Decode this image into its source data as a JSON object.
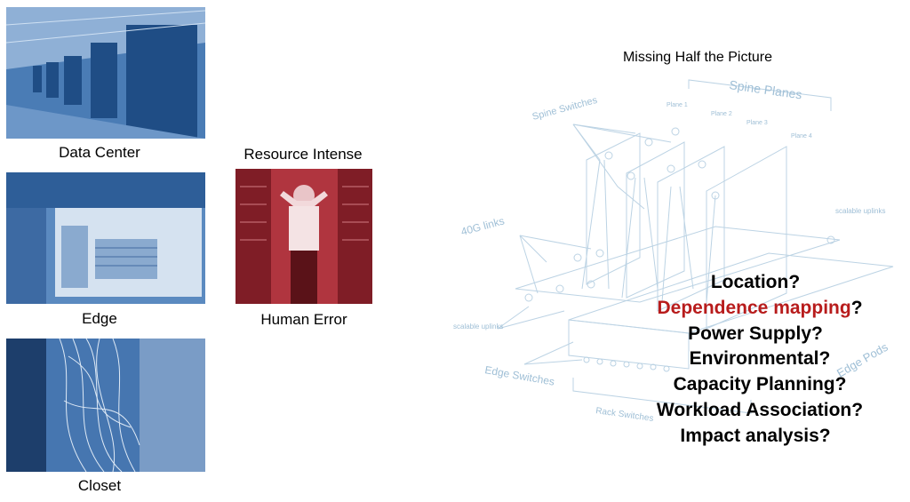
{
  "left_images": [
    {
      "caption": "Data Center"
    },
    {
      "caption": "Edge"
    },
    {
      "caption": "Closet"
    }
  ],
  "middle": {
    "title": "Resource Intense",
    "caption": "Human Error"
  },
  "diagram": {
    "title": "Missing Half the Picture",
    "labels": {
      "spine_planes": "Spine Planes",
      "spine_switches": "Spine Switches",
      "plane1": "Plane 1",
      "plane2": "Plane 2",
      "plane3": "Plane 3",
      "plane4": "Plane 4",
      "links_40g": "40G links",
      "scalable_uplinks_left": "scalable uplinks",
      "scalable_uplinks_right": "scalable uplinks",
      "edge_switches": "Edge Switches",
      "rack_switches": "Rack Switches",
      "edge_pods": "Edge Pods"
    }
  },
  "questions": {
    "location": "Location?",
    "dependence_highlight": "Dependence mapping",
    "dependence_suffix": "?",
    "power": "Power Supply?",
    "environmental": "Environmental?",
    "capacity": "Capacity Planning?",
    "workload": "Workload Association?",
    "impact": "Impact analysis?"
  },
  "colors": {
    "photo_blue": "#3b6ea8",
    "photo_red": "#a82a33",
    "highlight_red": "#b81c1c",
    "diagram_line": "#bcd3e4"
  }
}
